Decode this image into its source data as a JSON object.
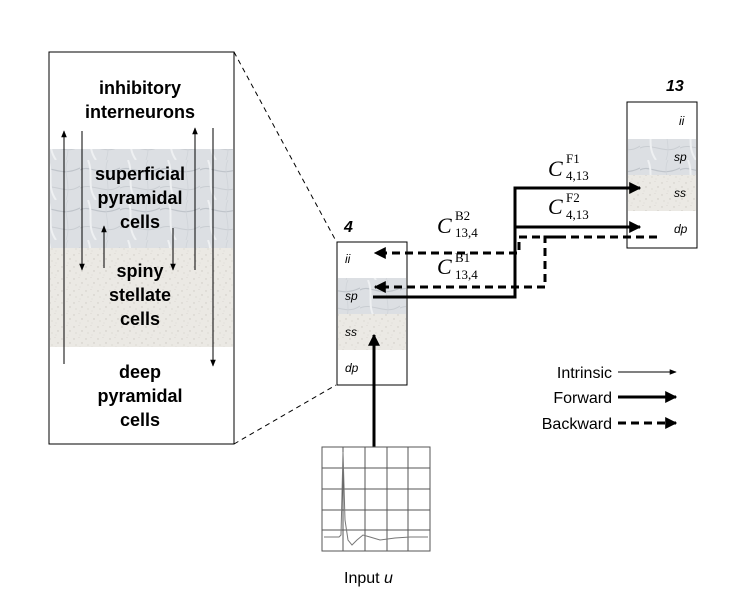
{
  "zoom": {
    "label_inhibitory_1": "inhibitory",
    "label_inhibitory_2": "interneurons",
    "label_superficial_1": "superficial",
    "label_superficial_2": "pyramidal",
    "label_superficial_3": "cells",
    "label_spiny_1": "spiny",
    "label_spiny_2": "stellate",
    "label_spiny_3": "cells",
    "label_deep_1": "deep",
    "label_deep_2": "pyramidal",
    "label_deep_3": "cells"
  },
  "region4": {
    "number": "4",
    "layers": [
      "ii",
      "sp",
      "ss",
      "dp"
    ]
  },
  "region13": {
    "number": "13",
    "layers": [
      "ii",
      "sp",
      "ss",
      "dp"
    ]
  },
  "connections": {
    "cf1": {
      "letter": "C",
      "sup": "F1",
      "sub": "4,13"
    },
    "cf2": {
      "letter": "C",
      "sup": "F2",
      "sub": "4,13"
    },
    "cb2": {
      "letter": "C",
      "sup": "B2",
      "sub": "13,4"
    },
    "cb1": {
      "letter": "C",
      "sup": "B1",
      "sub": "13,4"
    }
  },
  "legend": {
    "intrinsic": "Intrinsic",
    "forward": "Forward",
    "backward": "Backward"
  },
  "input": {
    "label": "Input ",
    "symbol": "u"
  },
  "colors": {
    "stroke": "#000000",
    "marble": "#dcdfe3",
    "granite": "#e9e7e2",
    "grid": "#555555",
    "trace": "#777777"
  }
}
